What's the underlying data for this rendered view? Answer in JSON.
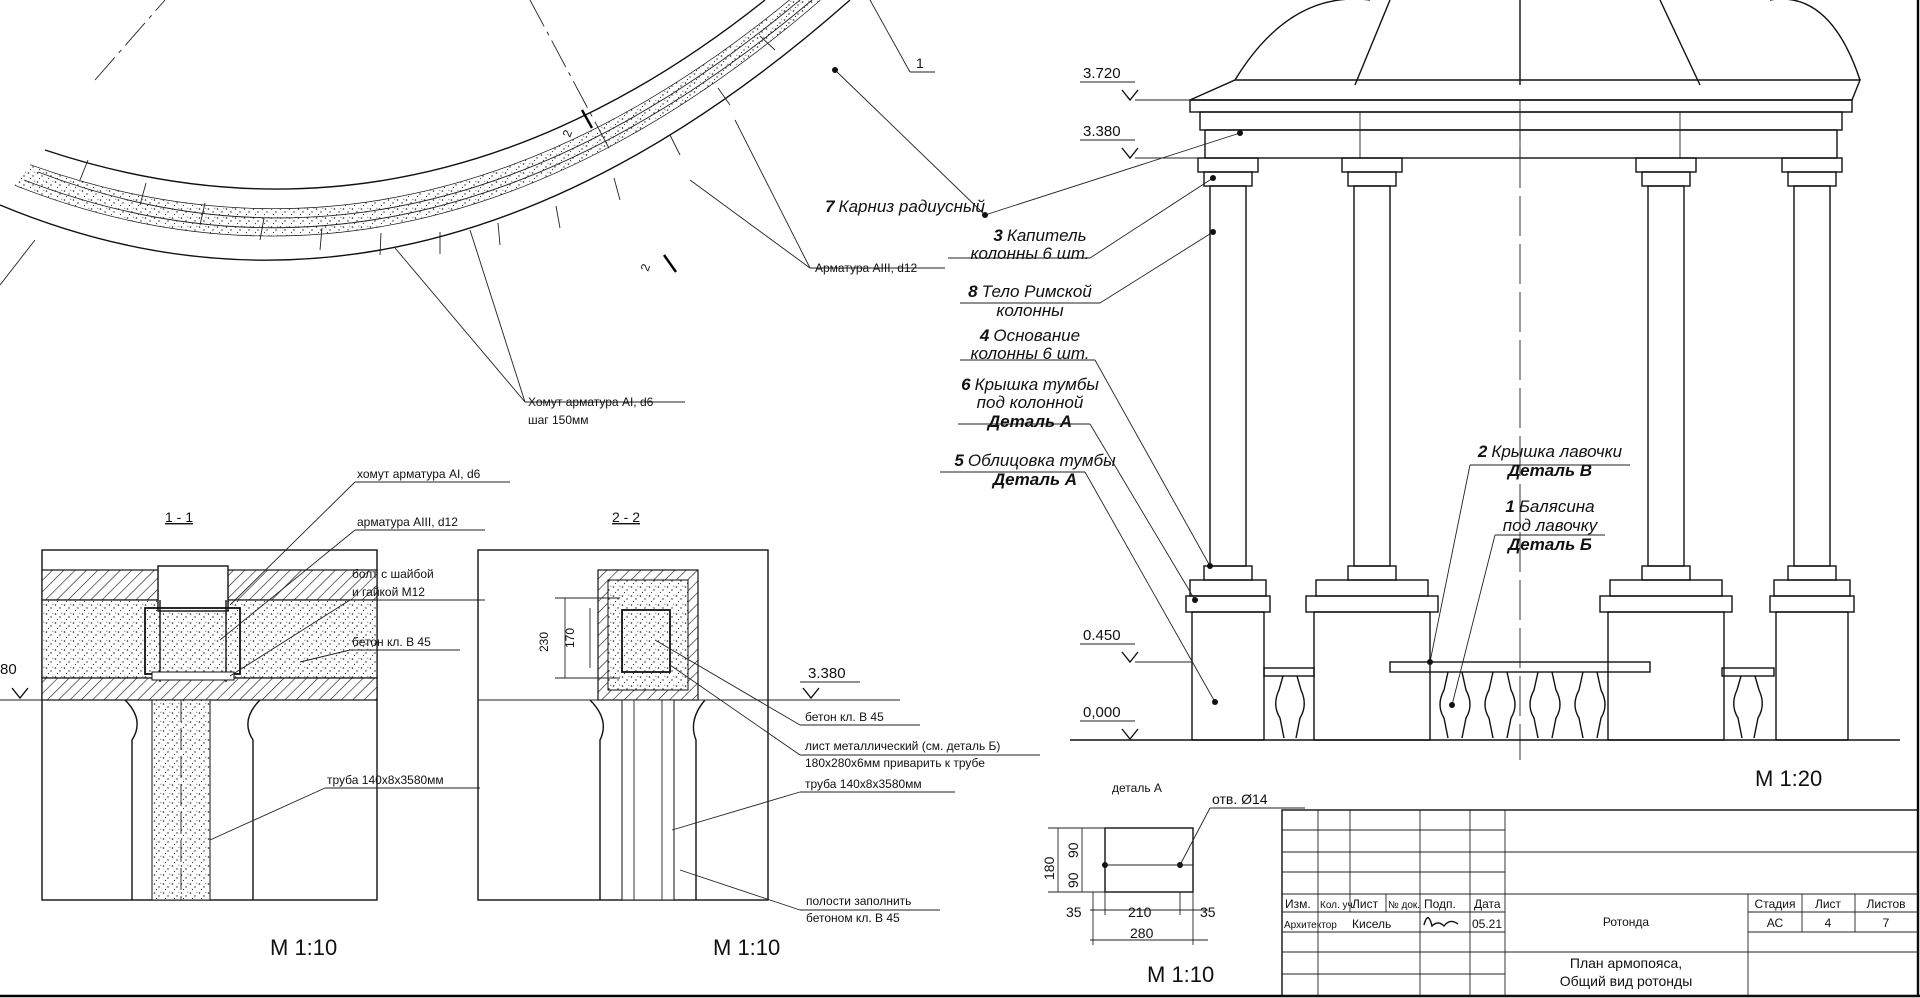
{
  "plan": {
    "callout_1": "1",
    "section_mark": "2",
    "stirrup_label": "Хомут арматура AI, d6",
    "stirrup_step": "шаг 150мм",
    "rebar_label": "Арматура AIII, d12"
  },
  "elements": [
    {
      "num": "7",
      "line1": "Карниз радиусный",
      "line2": "",
      "detail": ""
    },
    {
      "num": "3",
      "line1": "Капитель",
      "line2": "колонны 6 шт.",
      "detail": ""
    },
    {
      "num": "8",
      "line1": "Тело Римской",
      "line2": "колонны",
      "detail": ""
    },
    {
      "num": "4",
      "line1": "Основание",
      "line2": "колонны 6 шт.",
      "detail": ""
    },
    {
      "num": "6",
      "line1": "Крышка тумбы",
      "line2": "под колонной",
      "detail": "Деталь А"
    },
    {
      "num": "5",
      "line1": "Облицовка тумбы",
      "line2": "",
      "detail": "Деталь А"
    },
    {
      "num": "2",
      "line1": "Крышка лавочки",
      "line2": "",
      "detail": "Деталь В"
    },
    {
      "num": "1",
      "line1": "Балясина",
      "line2": "под лавочку",
      "detail": "Деталь Б"
    }
  ],
  "levels": {
    "l1": "3.720",
    "l2": "3.380",
    "l3": "0.450",
    "l4": "0,000",
    "sec_level": "3.380",
    "left_cut": "80"
  },
  "section11": {
    "title": "1 - 1",
    "labels": [
      "хомут арматура AI, d6",
      "арматура AIII, d12",
      "болт с шайбой",
      "и гайкой М12",
      "бетон кл. В 45",
      "труба 140х8х3580мм"
    ],
    "scale": "М 1:10"
  },
  "section22": {
    "title": "2 - 2",
    "dims": [
      "230",
      "170"
    ],
    "labels": [
      "бетон кл. В 45",
      "лист металлический (см. деталь Б)",
      "180х280х6мм приварить к трубе",
      "труба 140х8х3580мм",
      "полости заполнить",
      "бетоном кл. В 45"
    ],
    "scale": "М 1:10"
  },
  "detailA": {
    "title": "деталь А",
    "hole": "отв. Ø14",
    "dims": [
      "180",
      "90",
      "90",
      "35",
      "210",
      "35",
      "280"
    ],
    "scale": "М 1:10"
  },
  "elevation_scale": "М 1:20",
  "title_block": {
    "headers": [
      "Изм.",
      "Кол. уч.",
      "Лист",
      "№ док.",
      "Подп.",
      "Дата"
    ],
    "role": "Архитектор",
    "name": "Кисель",
    "date": "05.21",
    "project": "Ротонда",
    "sheet_title_1": "План армопояса,",
    "sheet_title_2": "Общий вид ротонды",
    "stage_header": "Стадия",
    "sheet_header": "Лист",
    "sheets_header": "Листов",
    "stage": "АС",
    "sheet": "4",
    "sheets": "7"
  }
}
